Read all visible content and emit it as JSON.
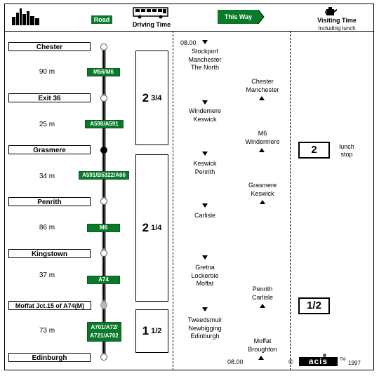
{
  "header": {
    "road_label": "Road",
    "driving_time_label": "Driving Time",
    "this_way_label": "This Way",
    "visiting_time_label": "Visiting Time",
    "visiting_time_sub": "Including lunch"
  },
  "towns": [
    {
      "name": "Chester"
    },
    {
      "name": "Exit 36"
    },
    {
      "name": "Grasmere"
    },
    {
      "name": "Penrith"
    },
    {
      "name": "Kingstown"
    },
    {
      "name": "Moffat Jct.15 of A74(M)"
    },
    {
      "name": "Edinburgh"
    }
  ],
  "legs": [
    {
      "distance": "90 m",
      "road": "M56/M6"
    },
    {
      "distance": "25 m",
      "road": "A590/A591"
    },
    {
      "distance": "34 m",
      "road": "A591/B5322/A66"
    },
    {
      "distance": "86 m",
      "road": "M6"
    },
    {
      "distance": "37 m",
      "road": "A74"
    },
    {
      "distance": "73 m",
      "road": "A701/A72/",
      "road2": "A721/A702"
    }
  ],
  "driving_times": [
    {
      "whole": "2",
      "frac": "3/4"
    },
    {
      "whole": "2",
      "frac": "1/4"
    },
    {
      "whole": "1",
      "frac": "1/2"
    }
  ],
  "this_way_down": {
    "start_time": "08.00",
    "stops": [
      {
        "lines": [
          "Stockport",
          "Manchester",
          "The North"
        ]
      },
      {
        "lines": [
          "Windemere",
          "Keswick"
        ]
      },
      {
        "lines": [
          "Keswick",
          "Penrith"
        ]
      },
      {
        "lines": [
          "Carlisle"
        ]
      },
      {
        "lines": [
          "Gretna",
          "Lockerbie",
          "Moffat"
        ]
      },
      {
        "lines": [
          "Tweedsmuir",
          "Newbigging",
          "Edinburgh"
        ]
      }
    ]
  },
  "this_way_up": {
    "end_time": "08.00",
    "stops": [
      {
        "lines": [
          "Chester",
          "Manchester"
        ]
      },
      {
        "lines": [
          "M6",
          "Windermere"
        ]
      },
      {
        "lines": [
          "Grasmere",
          "Keswick"
        ]
      },
      {
        "lines": [
          "Penrith",
          "Carlisle"
        ]
      },
      {
        "lines": [
          "Moffat",
          "Broughton"
        ]
      }
    ]
  },
  "visiting": [
    {
      "value": "2",
      "note1": "lunch",
      "note2": "stop"
    },
    {
      "value": "1/2"
    }
  ],
  "footer": {
    "copyright": "©",
    "logo": "acis",
    "tm": "TM",
    "year": "1997"
  },
  "colors": {
    "road_green": "#0a7a2a",
    "rail_grey": "#8a8a8a"
  },
  "icons": [
    "city-skyline-icon",
    "coach-bus-icon",
    "arrow-right-icon",
    "teapot-icon",
    "up-arrow-icon",
    "down-arrow-icon"
  ]
}
